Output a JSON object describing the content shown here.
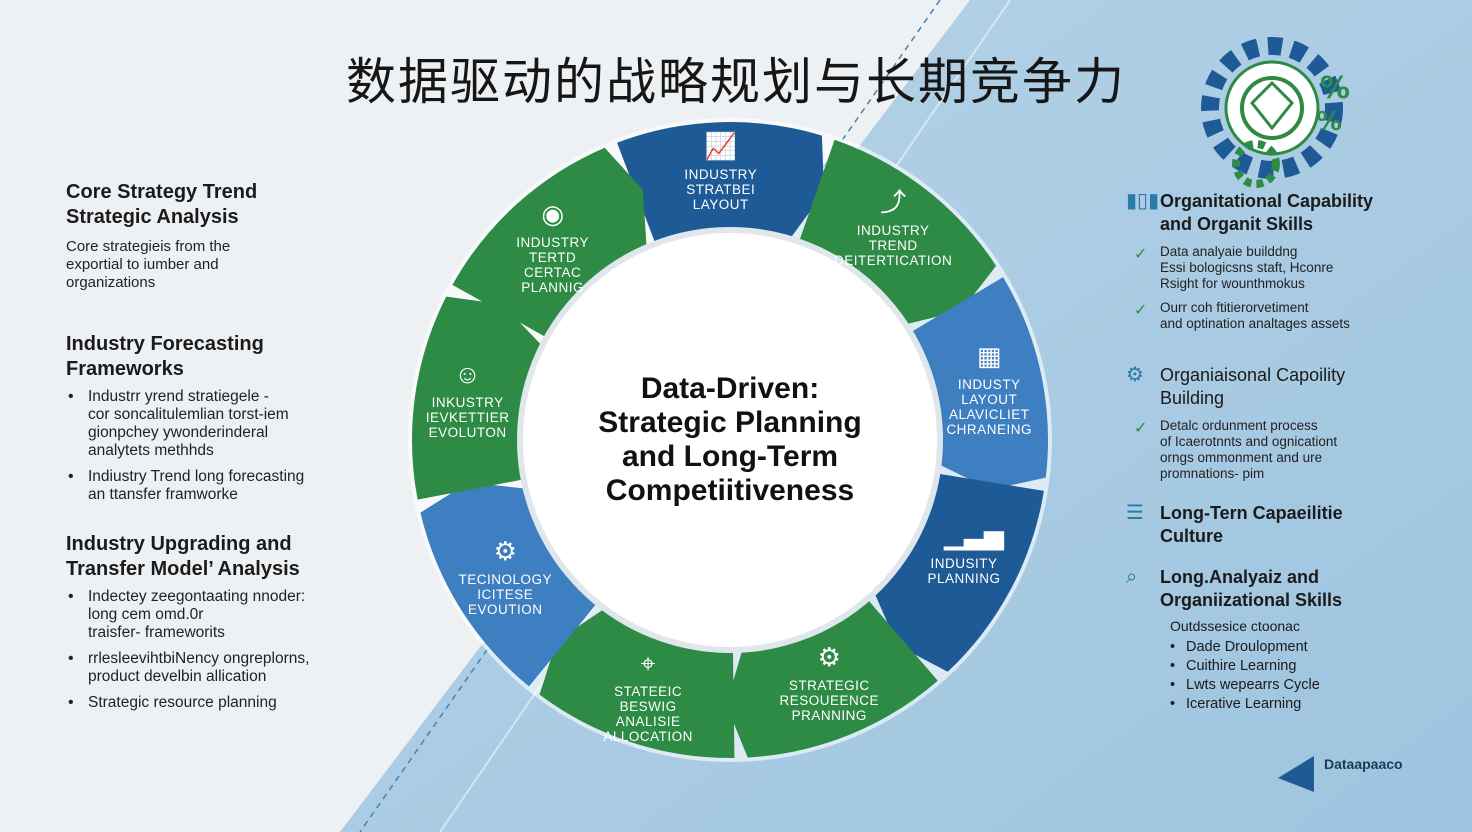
{
  "title": "数据驱动的战略规划与长期竞争力",
  "center_title": [
    "Data-Driven:",
    "Strategic Planning",
    "and Long-Term",
    "Competiitiveness"
  ],
  "colors": {
    "green": "#2e8b45",
    "dark_blue": "#1e5a96",
    "mid_blue": "#3d7fc1",
    "bg_blue": "#a9cbe2"
  },
  "left": {
    "sec1": {
      "title": [
        "Core Strategy Trend",
        "Strategic Analysis"
      ],
      "text": [
        "Core strategieis from the",
        "exportial to iumber and",
        "organizations"
      ]
    },
    "sec2": {
      "title": [
        "Industry Forecasting",
        "Frameworks"
      ],
      "bullets": [
        [
          "Industrr yrend stratiegele -",
          "cor soncalitulemlian torst-iem",
          "gionpchey ywonderinderal",
          "analytets methhds"
        ],
        [
          "Indiustry Trend long forecasting",
          "an ttansfer framworke"
        ]
      ]
    },
    "sec3": {
      "title": [
        "Industry Upgrading and",
        "Transfer Model’ Analysis"
      ],
      "bullets": [
        [
          "Indectey zeegontaating nnoder:",
          "long cem omd.0r",
          "traisfer- frameworits"
        ],
        [
          "rrlesleevihtbiNency ongreplorns,",
          "product develbin allication"
        ],
        [
          "Strategic resource planning"
        ]
      ]
    }
  },
  "segments": [
    {
      "label": [
        "Industry",
        "Stratbei",
        "Layout"
      ],
      "icon": "chart-icon"
    },
    {
      "label": [
        "Industry",
        "Trend",
        "Deitertication"
      ],
      "icon": "trend-icon"
    },
    {
      "label": [
        "Industy",
        "Layout",
        "Alavicliet",
        "Chraneing"
      ],
      "icon": "layout-icon"
    },
    {
      "label": [
        "Indusity",
        "Planning"
      ],
      "icon": "growth-chart-icon"
    },
    {
      "label": [
        "Strategic",
        "Resoueence",
        "Pranning"
      ],
      "icon": "resource-icon"
    },
    {
      "label": [
        "Stateeic",
        "Beswig",
        "Analisie",
        "Allocation"
      ],
      "icon": "pin-icon"
    },
    {
      "label": [
        "Tecinology",
        "Icitese",
        "Evoution"
      ],
      "icon": "gear-icon"
    },
    {
      "label": [
        "Inkustry",
        "Ievkettier",
        "Evoluton"
      ],
      "icon": "team-icon"
    },
    {
      "label": [
        "Industry",
        "Tertd",
        "Certac",
        "Plannig"
      ],
      "icon": "lightbulb-icon"
    }
  ],
  "right": {
    "sec1": {
      "title": [
        "Organitational Capability",
        "and Organit Skills"
      ],
      "checks": [
        [
          "Data analyaie builddng",
          "Essi bologicsns staft, Hconre",
          "Rsight for wounthmokus"
        ],
        [
          "Ourr coh ftitierorvetiment",
          "and optination analtages assets"
        ]
      ]
    },
    "sec2": {
      "title": [
        "Organiaisonal Capoility",
        "Building"
      ],
      "checks": [
        [
          "Detalc ordunment process",
          "of Icaerotnnts and ognicationt",
          "orngs ommonment and ure",
          "promnations- pim"
        ]
      ]
    },
    "sec3": {
      "title": [
        "Long-Tern Capaeilitie",
        "Culture"
      ]
    },
    "sec4": {
      "title": [
        "Long.Analyaiz and",
        "Organiizational  Skills"
      ],
      "subhead": "Outdssesice ctoonac",
      "items": [
        "Dade Droulopment",
        "Cuithire Learning",
        "Lwts wepearrs Cycle",
        "Icerative Learning"
      ]
    }
  },
  "logo": {
    "name": "Dataapaaco"
  }
}
